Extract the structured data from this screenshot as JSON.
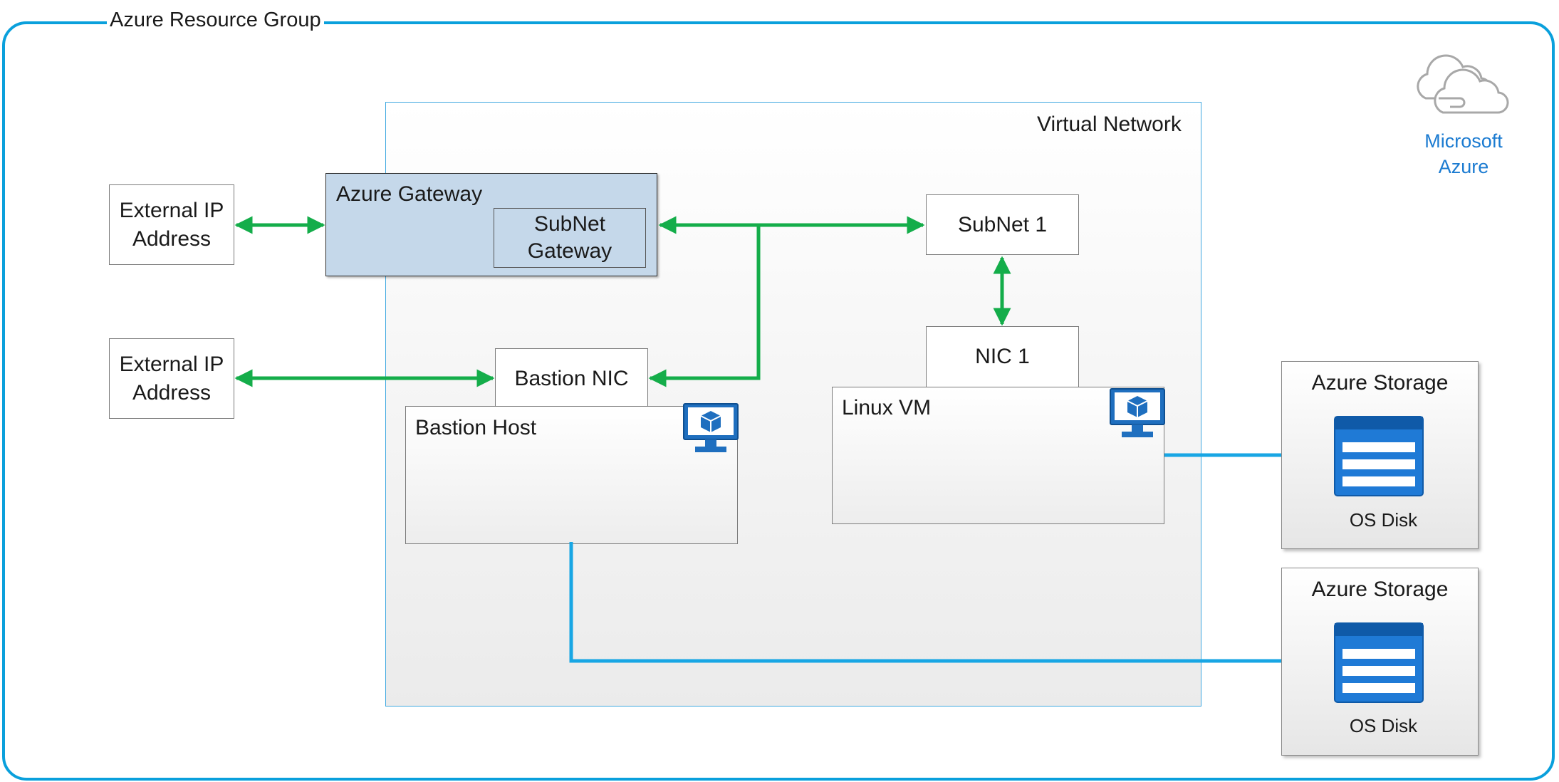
{
  "resource_group": {
    "label": "Azure Resource Group"
  },
  "virtual_network": {
    "label": "Virtual Network"
  },
  "brand": {
    "line1": "Microsoft",
    "line2": "Azure",
    "color": "#1b7bd1"
  },
  "external_ip_1": {
    "line1": "External IP",
    "line2": "Address"
  },
  "external_ip_2": {
    "line1": "External IP",
    "line2": "Address"
  },
  "azure_gateway": {
    "label": "Azure Gateway"
  },
  "subnet_gateway": {
    "line1": "SubNet",
    "line2": "Gateway"
  },
  "subnet_1": {
    "label": "SubNet 1"
  },
  "nic_1": {
    "label": "NIC 1"
  },
  "bastion_nic": {
    "label": "Bastion NIC"
  },
  "bastion_host": {
    "label": "Bastion Host",
    "icon": "virtual-machine-icon"
  },
  "linux_vm": {
    "label": "Linux VM",
    "icon": "virtual-machine-icon"
  },
  "storage_1": {
    "title": "Azure Storage",
    "disk": "OS Disk",
    "icon": "storage-disk-icon"
  },
  "storage_2": {
    "title": "Azure Storage",
    "disk": "OS Disk",
    "icon": "storage-disk-icon"
  },
  "colors": {
    "network_link": "#14ad4a",
    "storage_link": "#18a6e4",
    "group_border": "#0aa0dc",
    "vnet_border": "#3ea8e0",
    "gateway_fill": "#c5d8ea",
    "icon_blue": "#1f6fbf"
  }
}
